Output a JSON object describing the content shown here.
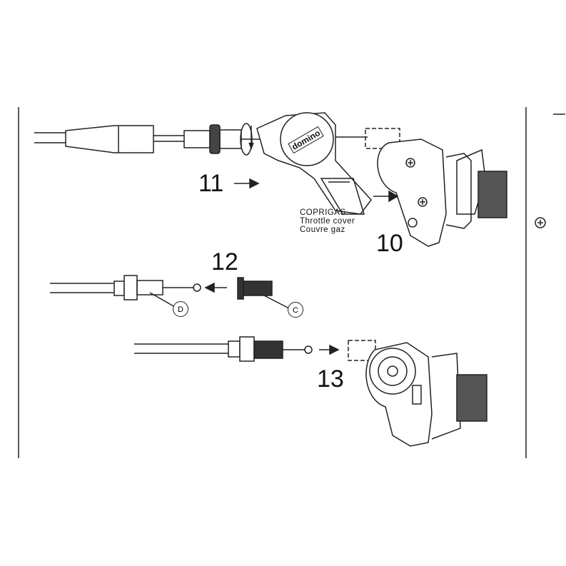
{
  "callouts": {
    "c11": "11",
    "c10": "10",
    "c12": "12",
    "c13": "13"
  },
  "part_labels": {
    "d": "D",
    "c": "C"
  },
  "cover_text": {
    "line1": "COPRIGAS",
    "line2": "Throttle cover",
    "line3": "Couvre gaz"
  },
  "logo_text": "domino",
  "colors": {
    "line": "#222222",
    "background": "#ffffff"
  }
}
